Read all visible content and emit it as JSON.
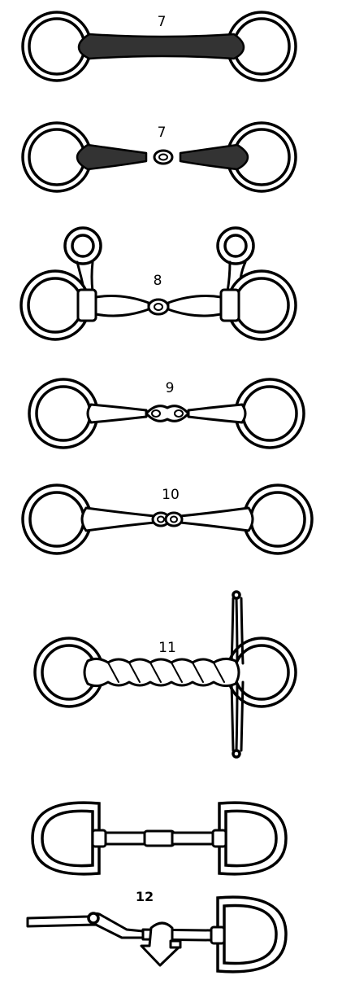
{
  "colors": {
    "rubber": "#333333",
    "line": "#000000",
    "background": "#ffffff"
  },
  "labels": {
    "bit1": "7",
    "bit2": "7",
    "bit3": "8",
    "bit4": "9",
    "bit5": "10",
    "bit6": "11",
    "bit7": "12"
  }
}
